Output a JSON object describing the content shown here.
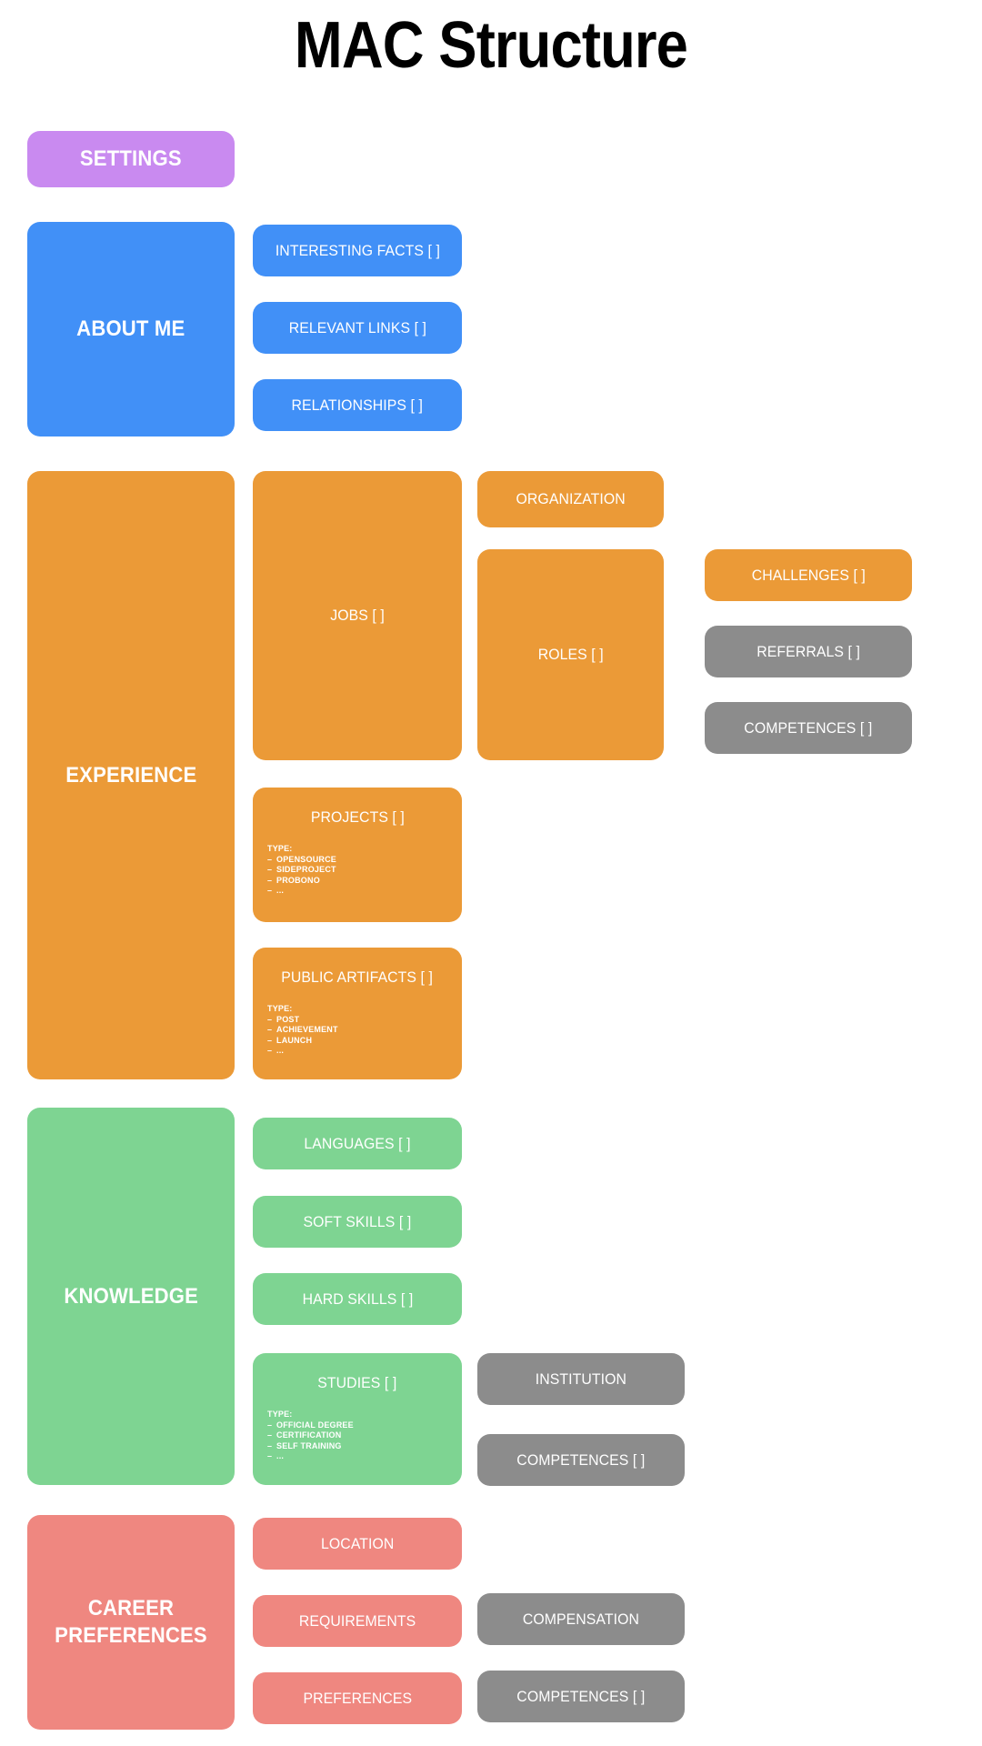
{
  "page": {
    "title": "MAC Structure",
    "background": "#ffffff"
  },
  "colors": {
    "settings_purple": "#c98af0",
    "about_blue": "#4190f7",
    "experience_orange": "#eb9a37",
    "knowledge_green": "#7ed492",
    "career_salmon": "#ef8780",
    "shared_gray": "#8c8c8c",
    "label_white": "#ffffff",
    "title_black": "#000000"
  },
  "sections": {
    "settings": {
      "label": "SETTINGS"
    },
    "about_me": {
      "label": "ABOUT ME",
      "children": [
        {
          "label": "INTERESTING FACTS [ ]"
        },
        {
          "label": "RELEVANT LINKS [ ]"
        },
        {
          "label": "RELATIONSHIPS [ ]"
        }
      ]
    },
    "experience": {
      "label": "EXPERIENCE",
      "jobs": {
        "label": "JOBS [ ]"
      },
      "organization": {
        "label": "ORGANIZATION"
      },
      "roles": {
        "label": "ROLES [ ]"
      },
      "challenges": {
        "label": "CHALLENGES [ ]"
      },
      "referrals": {
        "label": "REFERRALS [ ]"
      },
      "competences": {
        "label": "COMPETENCES [ ]"
      },
      "projects": {
        "label": "PROJECTS [ ]",
        "type_heading": "TYPE:",
        "types": [
          "OPENSOURCE",
          "SIDEPROJECT",
          "PROBONO",
          "..."
        ]
      },
      "public_artifacts": {
        "label": "PUBLIC ARTIFACTS [ ]",
        "type_heading": "TYPE:",
        "types": [
          "POST",
          "ACHIEVEMENT",
          "LAUNCH",
          "..."
        ]
      }
    },
    "knowledge": {
      "label": "KNOWLEDGE",
      "languages": {
        "label": "LANGUAGES [ ]"
      },
      "soft_skills": {
        "label": "SOFT SKILLS [ ]"
      },
      "hard_skills": {
        "label": "HARD SKILLS [ ]"
      },
      "studies": {
        "label": "STUDIES [ ]",
        "type_heading": "TYPE:",
        "types": [
          "OFFICIAL DEGREE",
          "CERTIFICATION",
          "SELF TRAINING",
          "..."
        ]
      },
      "institution": {
        "label": "INSTITUTION"
      },
      "competences": {
        "label": "COMPETENCES [ ]"
      }
    },
    "career_preferences": {
      "label": "CAREER PREFERENCES",
      "location": {
        "label": "LOCATION"
      },
      "requirements": {
        "label": "REQUIREMENTS"
      },
      "preferences": {
        "label": "PREFERENCES"
      },
      "compensation": {
        "label": "COMPENSATION"
      },
      "competences": {
        "label": "COMPETENCES [ ]"
      }
    }
  }
}
